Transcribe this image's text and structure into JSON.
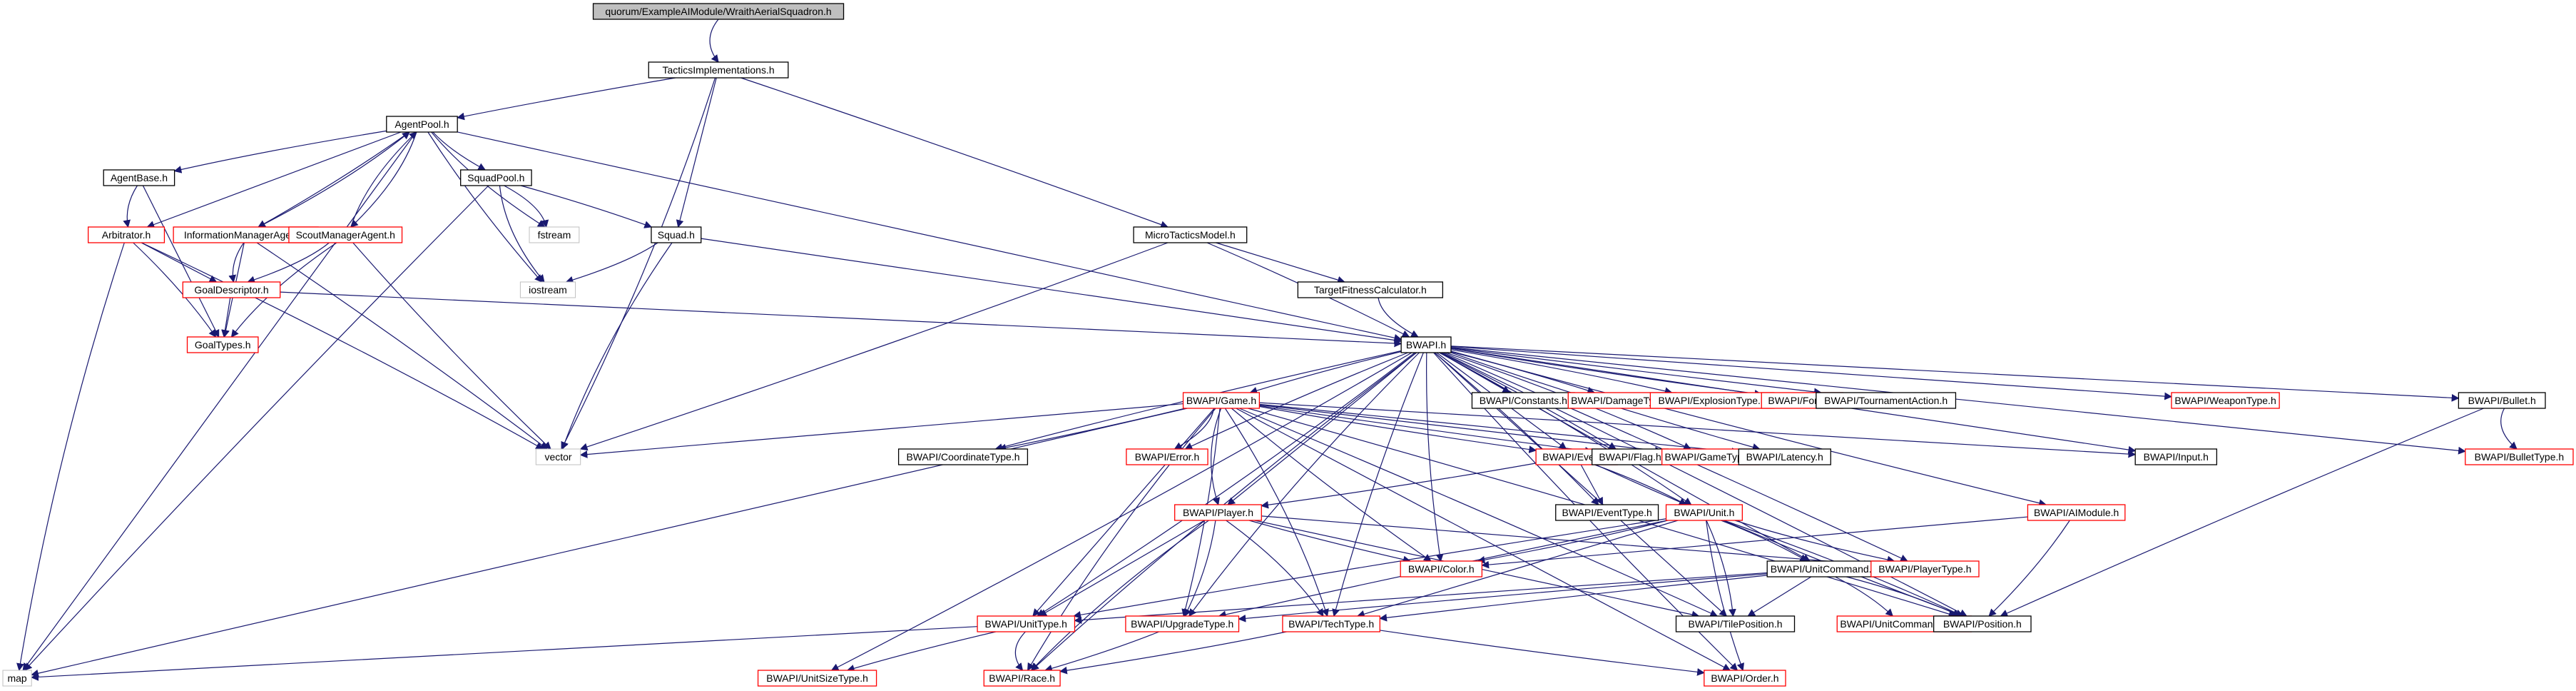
{
  "diagram": {
    "type": "include-dependency-graph",
    "root": "quorum/ExampleAIModule/WraithAerialSquadron.h",
    "colors": {
      "edge": "#191970",
      "root_fill": "#bfbfbf",
      "node_border_documented": "#000000",
      "node_border_truncated": "#ff0000",
      "node_border_external": "#bfbfbf"
    },
    "nodes": [
      {
        "id": "root",
        "label": "quorum/ExampleAIModule/WraithAerialSquadron.h",
        "kind": "root"
      },
      {
        "id": "tactics",
        "label": "TacticsImplementations.h",
        "kind": "documented"
      },
      {
        "id": "agentpool",
        "label": "AgentPool.h",
        "kind": "documented"
      },
      {
        "id": "agentbase",
        "label": "AgentBase.h",
        "kind": "documented"
      },
      {
        "id": "squadpool",
        "label": "SquadPool.h",
        "kind": "documented"
      },
      {
        "id": "arbitrator",
        "label": "Arbitrator.h",
        "kind": "truncated"
      },
      {
        "id": "infomgr",
        "label": "InformationManagerAgent.h",
        "kind": "truncated"
      },
      {
        "id": "scoutmgr",
        "label": "ScoutManagerAgent.h",
        "kind": "truncated"
      },
      {
        "id": "fstream",
        "label": "fstream",
        "kind": "external"
      },
      {
        "id": "squad",
        "label": "Squad.h",
        "kind": "documented"
      },
      {
        "id": "microtactics",
        "label": "MicroTacticsModel.h",
        "kind": "documented"
      },
      {
        "id": "goaldesc",
        "label": "GoalDescriptor.h",
        "kind": "truncated"
      },
      {
        "id": "iostream",
        "label": "iostream",
        "kind": "external"
      },
      {
        "id": "targetfitness",
        "label": "TargetFitnessCalculator.h",
        "kind": "documented"
      },
      {
        "id": "goaltypes",
        "label": "GoalTypes.h",
        "kind": "truncated"
      },
      {
        "id": "bwapi",
        "label": "BWAPI.h",
        "kind": "documented"
      },
      {
        "id": "game",
        "label": "BWAPI/Game.h",
        "kind": "truncated"
      },
      {
        "id": "constants",
        "label": "BWAPI/Constants.h",
        "kind": "documented"
      },
      {
        "id": "damagetype",
        "label": "BWAPI/DamageType.h",
        "kind": "truncated"
      },
      {
        "id": "explosiontype",
        "label": "BWAPI/ExplosionType.h",
        "kind": "truncated"
      },
      {
        "id": "force",
        "label": "BWAPI/Force.h",
        "kind": "truncated"
      },
      {
        "id": "tournament",
        "label": "BWAPI/TournamentAction.h",
        "kind": "documented"
      },
      {
        "id": "weapontype",
        "label": "BWAPI/WeaponType.h",
        "kind": "truncated"
      },
      {
        "id": "bullet",
        "label": "BWAPI/Bullet.h",
        "kind": "documented"
      },
      {
        "id": "vector",
        "label": "vector",
        "kind": "external"
      },
      {
        "id": "coordtype",
        "label": "BWAPI/CoordinateType.h",
        "kind": "documented"
      },
      {
        "id": "error",
        "label": "BWAPI/Error.h",
        "kind": "truncated"
      },
      {
        "id": "event",
        "label": "BWAPI/Event.h",
        "kind": "truncated"
      },
      {
        "id": "flag",
        "label": "BWAPI/Flag.h",
        "kind": "documented"
      },
      {
        "id": "gametype",
        "label": "BWAPI/GameType.h",
        "kind": "truncated"
      },
      {
        "id": "latency",
        "label": "BWAPI/Latency.h",
        "kind": "documented"
      },
      {
        "id": "input",
        "label": "BWAPI/Input.h",
        "kind": "documented"
      },
      {
        "id": "bullettype",
        "label": "BWAPI/BulletType.h",
        "kind": "truncated"
      },
      {
        "id": "player",
        "label": "BWAPI/Player.h",
        "kind": "truncated"
      },
      {
        "id": "eventtype",
        "label": "BWAPI/EventType.h",
        "kind": "documented"
      },
      {
        "id": "unit",
        "label": "BWAPI/Unit.h",
        "kind": "truncated"
      },
      {
        "id": "aimodule",
        "label": "BWAPI/AIModule.h",
        "kind": "truncated"
      },
      {
        "id": "color",
        "label": "BWAPI/Color.h",
        "kind": "truncated"
      },
      {
        "id": "unitcommand",
        "label": "BWAPI/UnitCommand.h",
        "kind": "documented"
      },
      {
        "id": "playertype",
        "label": "BWAPI/PlayerType.h",
        "kind": "truncated"
      },
      {
        "id": "unittype",
        "label": "BWAPI/UnitType.h",
        "kind": "truncated"
      },
      {
        "id": "upgradetype",
        "label": "BWAPI/UpgradeType.h",
        "kind": "truncated"
      },
      {
        "id": "techtype",
        "label": "BWAPI/TechType.h",
        "kind": "truncated"
      },
      {
        "id": "tileposition",
        "label": "BWAPI/TilePosition.h",
        "kind": "documented"
      },
      {
        "id": "unitcommandtype",
        "label": "BWAPI/UnitCommandType.h",
        "kind": "truncated"
      },
      {
        "id": "position",
        "label": "BWAPI/Position.h",
        "kind": "documented"
      },
      {
        "id": "map",
        "label": "map",
        "kind": "external"
      },
      {
        "id": "unitsizetype",
        "label": "BWAPI/UnitSizeType.h",
        "kind": "truncated"
      },
      {
        "id": "race",
        "label": "BWAPI/Race.h",
        "kind": "truncated"
      },
      {
        "id": "order",
        "label": "BWAPI/Order.h",
        "kind": "truncated"
      }
    ],
    "edges": [
      [
        "root",
        "tactics"
      ],
      [
        "tactics",
        "agentpool"
      ],
      [
        "tactics",
        "squad"
      ],
      [
        "tactics",
        "microtactics"
      ],
      [
        "tactics",
        "vector"
      ],
      [
        "agentpool",
        "agentbase"
      ],
      [
        "agentpool",
        "squadpool"
      ],
      [
        "agentpool",
        "arbitrator"
      ],
      [
        "agentpool",
        "infomgr"
      ],
      [
        "agentpool",
        "scoutmgr"
      ],
      [
        "agentpool",
        "fstream"
      ],
      [
        "agentpool",
        "iostream"
      ],
      [
        "agentpool",
        "map"
      ],
      [
        "agentpool",
        "bwapi"
      ],
      [
        "infomgr",
        "agentpool"
      ],
      [
        "scoutmgr",
        "agentpool"
      ],
      [
        "agentbase",
        "arbitrator"
      ],
      [
        "agentbase",
        "goaltypes"
      ],
      [
        "squadpool",
        "squad"
      ],
      [
        "squadpool",
        "fstream"
      ],
      [
        "squadpool",
        "iostream"
      ],
      [
        "squadpool",
        "map"
      ],
      [
        "arbitrator",
        "goaldesc"
      ],
      [
        "arbitrator",
        "goaltypes"
      ],
      [
        "arbitrator",
        "vector"
      ],
      [
        "arbitrator",
        "map"
      ],
      [
        "infomgr",
        "goaldesc"
      ],
      [
        "infomgr",
        "goaltypes"
      ],
      [
        "infomgr",
        "vector"
      ],
      [
        "scoutmgr",
        "goaldesc"
      ],
      [
        "scoutmgr",
        "goaltypes"
      ],
      [
        "scoutmgr",
        "vector"
      ],
      [
        "goaldesc",
        "goaltypes"
      ],
      [
        "goaldesc",
        "bwapi"
      ],
      [
        "squad",
        "iostream"
      ],
      [
        "squad",
        "vector"
      ],
      [
        "squad",
        "bwapi"
      ],
      [
        "microtactics",
        "targetfitness"
      ],
      [
        "microtactics",
        "bwapi"
      ],
      [
        "microtactics",
        "vector"
      ],
      [
        "targetfitness",
        "bwapi"
      ],
      [
        "bwapi",
        "game"
      ],
      [
        "bwapi",
        "constants"
      ],
      [
        "bwapi",
        "damagetype"
      ],
      [
        "bwapi",
        "explosiontype"
      ],
      [
        "bwapi",
        "force"
      ],
      [
        "bwapi",
        "tournament"
      ],
      [
        "bwapi",
        "weapontype"
      ],
      [
        "bwapi",
        "bullet"
      ],
      [
        "bwapi",
        "bullettype"
      ],
      [
        "bwapi",
        "coordtype"
      ],
      [
        "bwapi",
        "error"
      ],
      [
        "bwapi",
        "event"
      ],
      [
        "bwapi",
        "flag"
      ],
      [
        "bwapi",
        "gametype"
      ],
      [
        "bwapi",
        "latency"
      ],
      [
        "bwapi",
        "input"
      ],
      [
        "bwapi",
        "player"
      ],
      [
        "bwapi",
        "eventtype"
      ],
      [
        "bwapi",
        "unit"
      ],
      [
        "bwapi",
        "aimodule"
      ],
      [
        "bwapi",
        "color"
      ],
      [
        "bwapi",
        "unitcommand"
      ],
      [
        "bwapi",
        "playertype"
      ],
      [
        "bwapi",
        "unittype"
      ],
      [
        "bwapi",
        "upgradetype"
      ],
      [
        "bwapi",
        "techtype"
      ],
      [
        "bwapi",
        "tileposition"
      ],
      [
        "bwapi",
        "position"
      ],
      [
        "bwapi",
        "unitsizetype"
      ],
      [
        "bwapi",
        "race"
      ],
      [
        "bwapi",
        "order"
      ],
      [
        "game",
        "vector"
      ],
      [
        "game",
        "coordtype"
      ],
      [
        "game",
        "error"
      ],
      [
        "game",
        "event"
      ],
      [
        "game",
        "flag"
      ],
      [
        "game",
        "gametype"
      ],
      [
        "game",
        "latency"
      ],
      [
        "game",
        "input"
      ],
      [
        "game",
        "player"
      ],
      [
        "game",
        "color"
      ],
      [
        "game",
        "unittype"
      ],
      [
        "game",
        "upgradetype"
      ],
      [
        "game",
        "techtype"
      ],
      [
        "game",
        "race"
      ],
      [
        "game",
        "map"
      ],
      [
        "game",
        "order"
      ],
      [
        "game",
        "tileposition"
      ],
      [
        "game",
        "position"
      ],
      [
        "bullet",
        "bullettype"
      ],
      [
        "bullet",
        "position"
      ],
      [
        "event",
        "eventtype"
      ],
      [
        "event",
        "unit"
      ],
      [
        "event",
        "player"
      ],
      [
        "event",
        "position"
      ],
      [
        "player",
        "color"
      ],
      [
        "player",
        "unittype"
      ],
      [
        "player",
        "upgradetype"
      ],
      [
        "player",
        "techtype"
      ],
      [
        "player",
        "race"
      ],
      [
        "player",
        "playertype"
      ],
      [
        "player",
        "tileposition"
      ],
      [
        "unit",
        "unitcommand"
      ],
      [
        "unit",
        "color"
      ],
      [
        "unit",
        "unittype"
      ],
      [
        "unit",
        "upgradetype"
      ],
      [
        "unit",
        "techtype"
      ],
      [
        "unit",
        "tileposition"
      ],
      [
        "unit",
        "position"
      ],
      [
        "unit",
        "playertype"
      ],
      [
        "unit",
        "order"
      ],
      [
        "aimodule",
        "color"
      ],
      [
        "aimodule",
        "position"
      ],
      [
        "unitcommand",
        "unittype"
      ],
      [
        "unitcommand",
        "upgradetype"
      ],
      [
        "unitcommand",
        "techtype"
      ],
      [
        "unitcommand",
        "tileposition"
      ],
      [
        "unitcommand",
        "unitcommandtype"
      ],
      [
        "unitcommand",
        "position"
      ],
      [
        "unittype",
        "race"
      ],
      [
        "unittype",
        "unitsizetype"
      ],
      [
        "unittype",
        "map"
      ],
      [
        "upgradetype",
        "race"
      ],
      [
        "techtype",
        "race"
      ],
      [
        "techtype",
        "order"
      ]
    ]
  }
}
